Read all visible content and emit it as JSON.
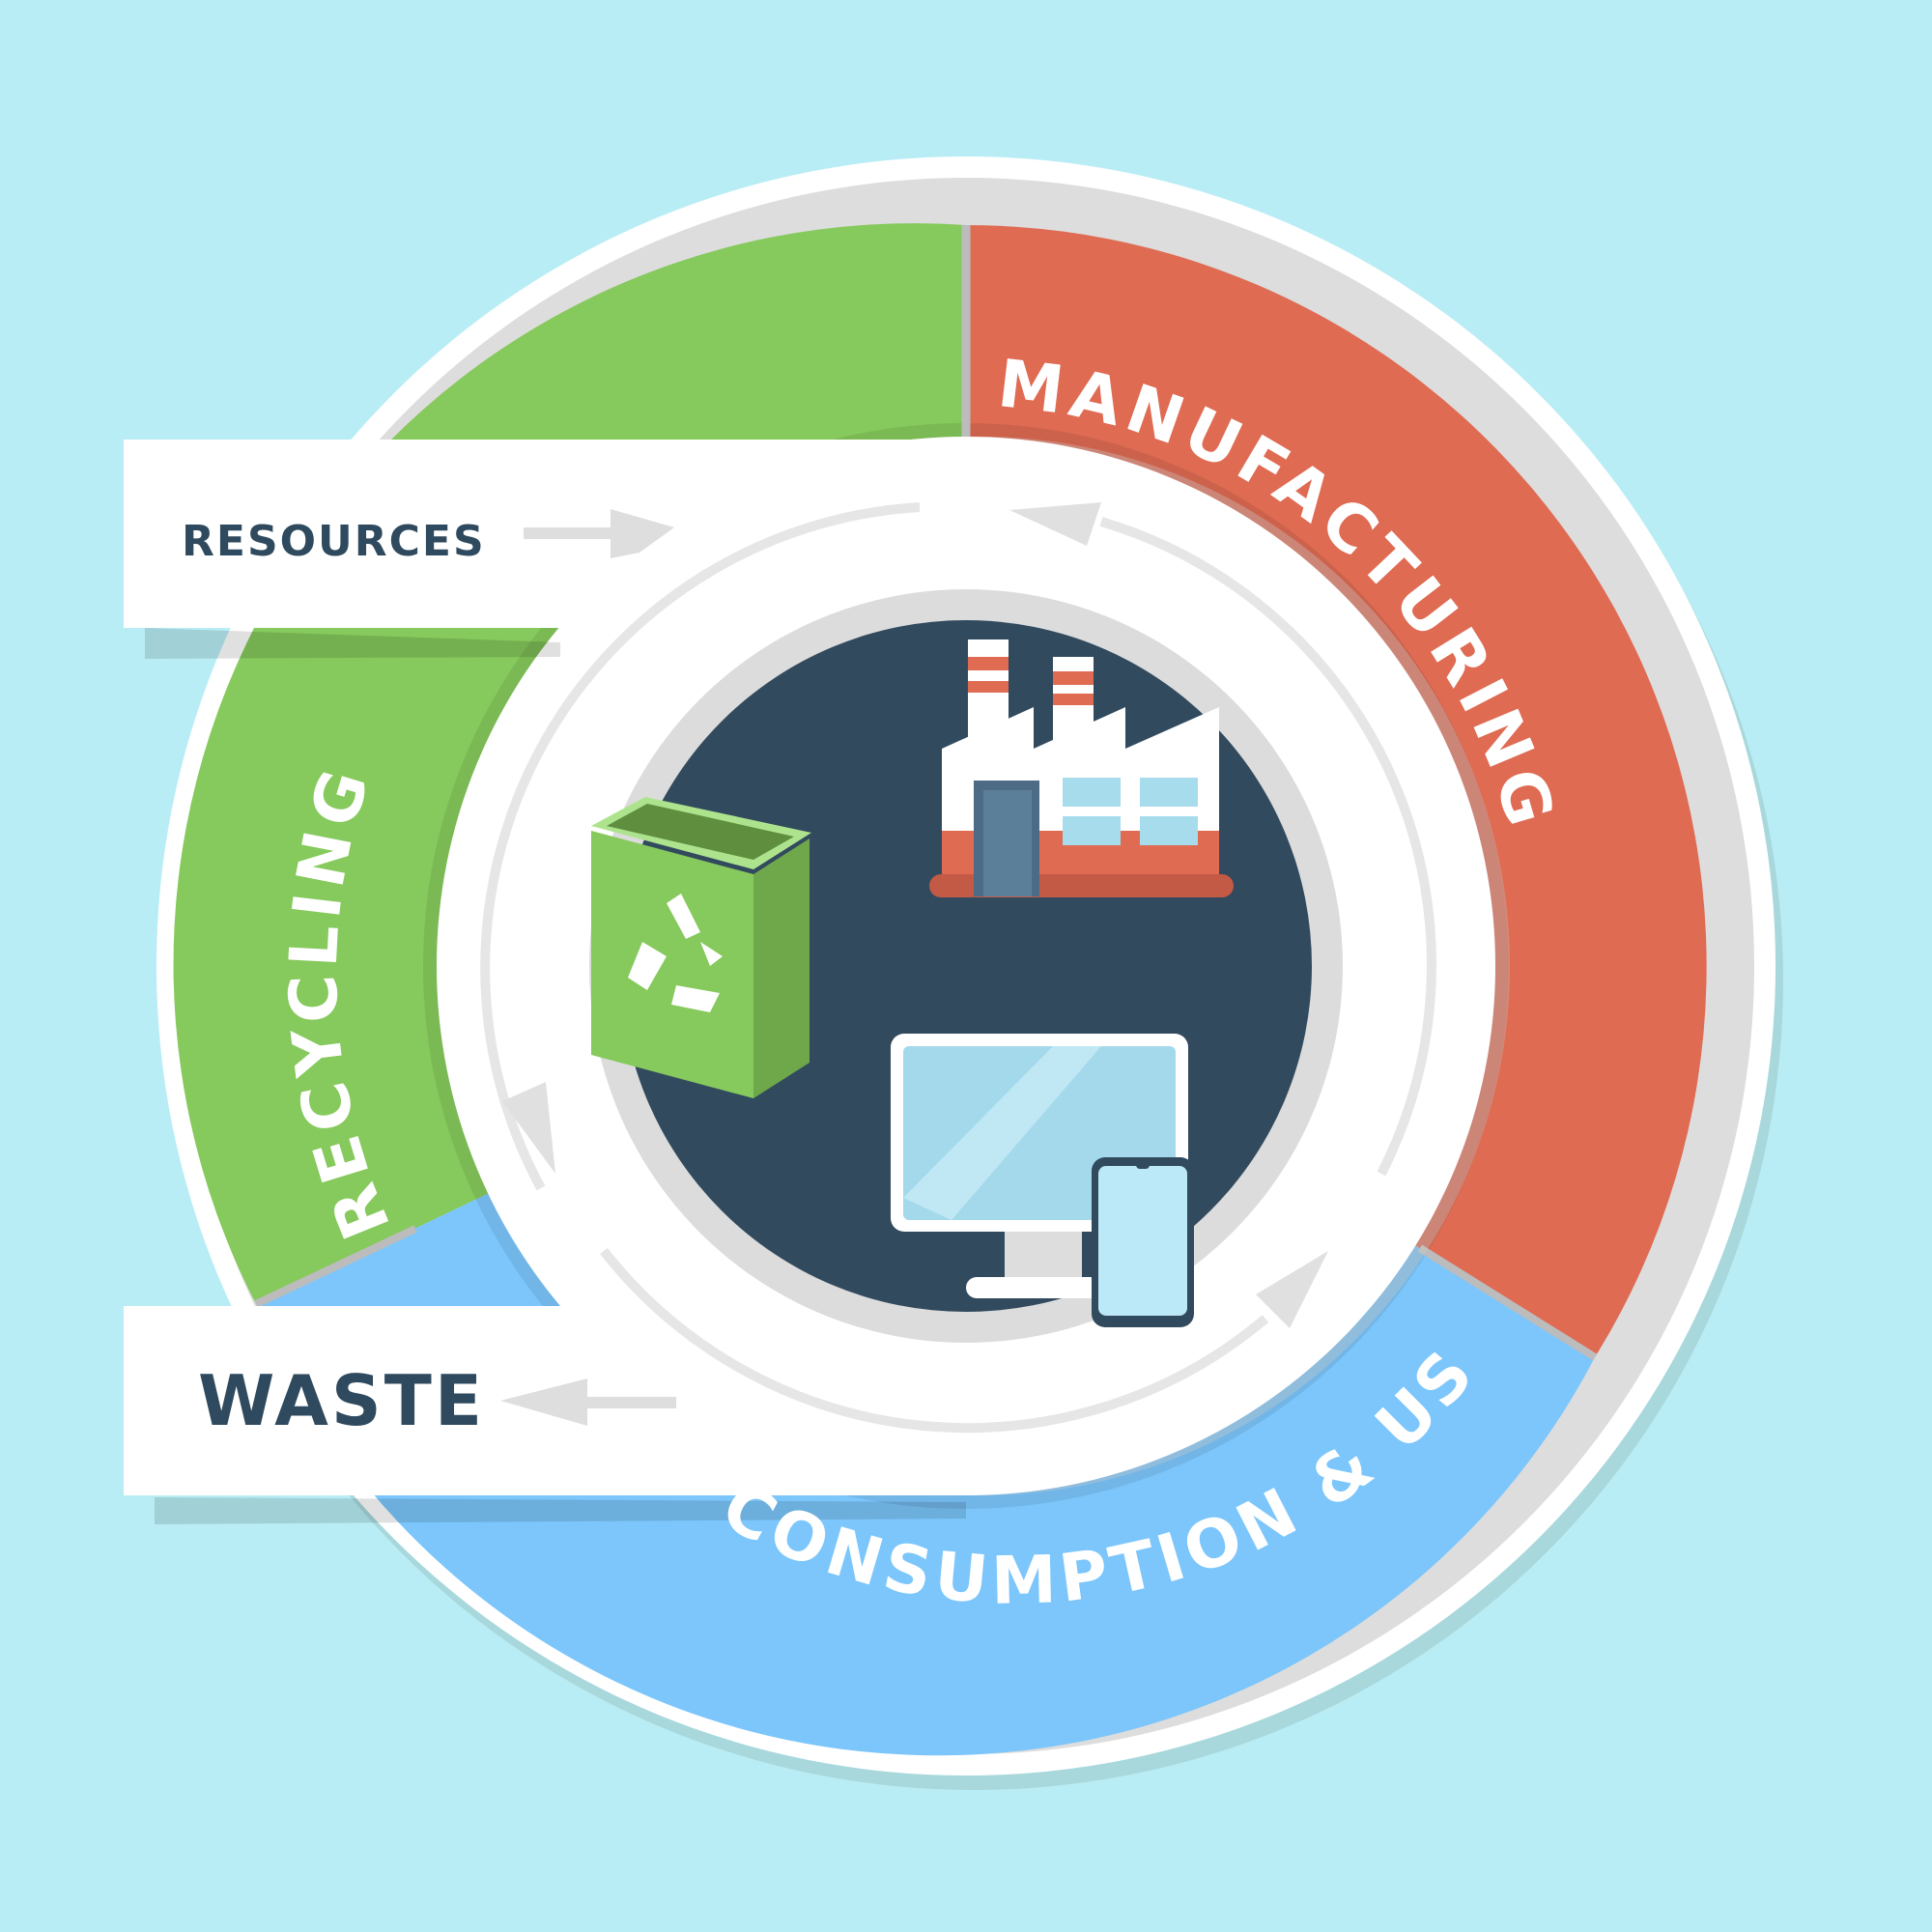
{
  "stages": {
    "manufacturing": "MANUFACTURING",
    "consumption": "CONSUMPTION & USE",
    "recycling": "RECYCLING"
  },
  "flows": {
    "resources": "RESOURCES",
    "waste": "WASTE"
  },
  "colors": {
    "background": "#b9edf5",
    "recycling": "#86c95c",
    "manufacturing": "#df6b53",
    "consumption": "#7cc6fb",
    "hub": "#324a5e",
    "label_text": "#2f4a5e"
  },
  "icons": [
    "recycle-bin-icon",
    "recycle-symbol-icon",
    "factory-icon",
    "monitor-icon",
    "smartphone-icon"
  ]
}
